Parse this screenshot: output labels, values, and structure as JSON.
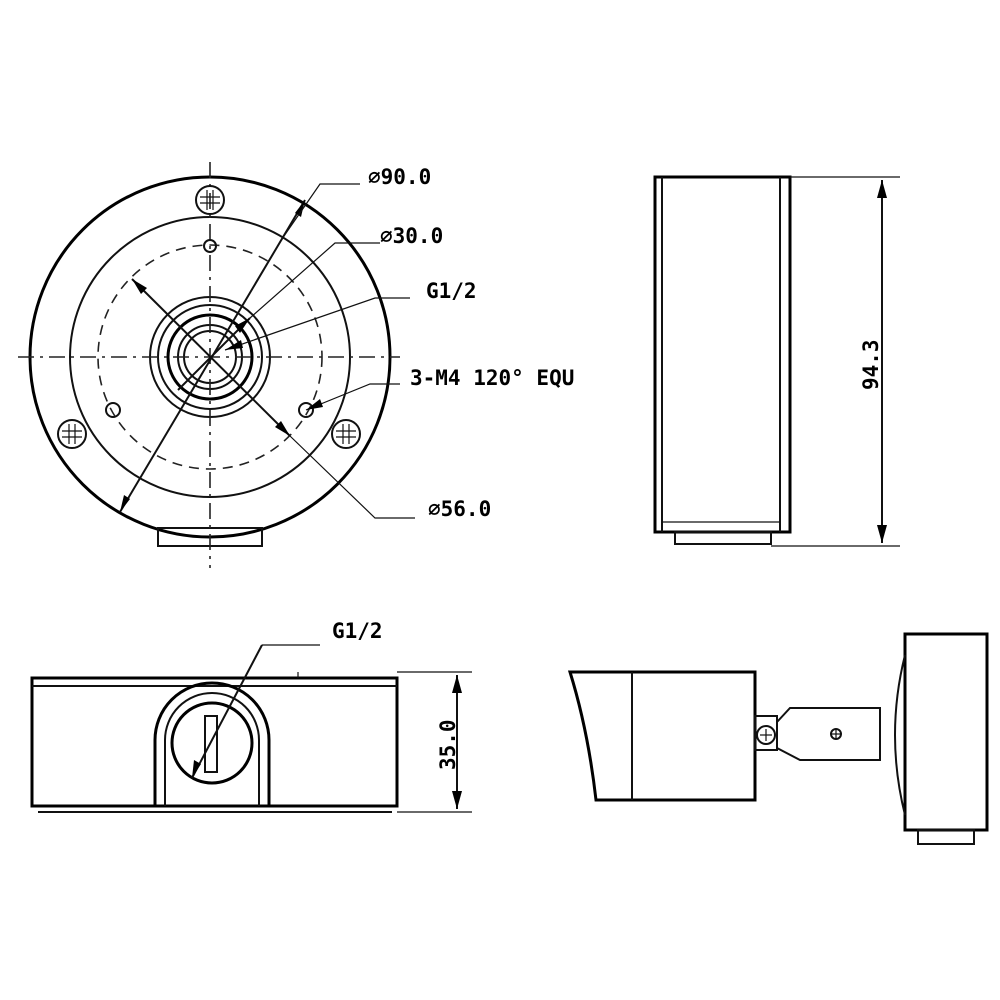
{
  "top_view": {
    "dims": {
      "outer_diameter": "∅90.0",
      "inner_diameter": "∅30.0",
      "thread": "G1/2",
      "screws": "3-M4 120° EQU",
      "bolt_circle": "∅56.0"
    }
  },
  "side_view": {
    "height": "94.3"
  },
  "front_view": {
    "thread": "G1/2",
    "height": "35.0"
  },
  "camera_view": {}
}
